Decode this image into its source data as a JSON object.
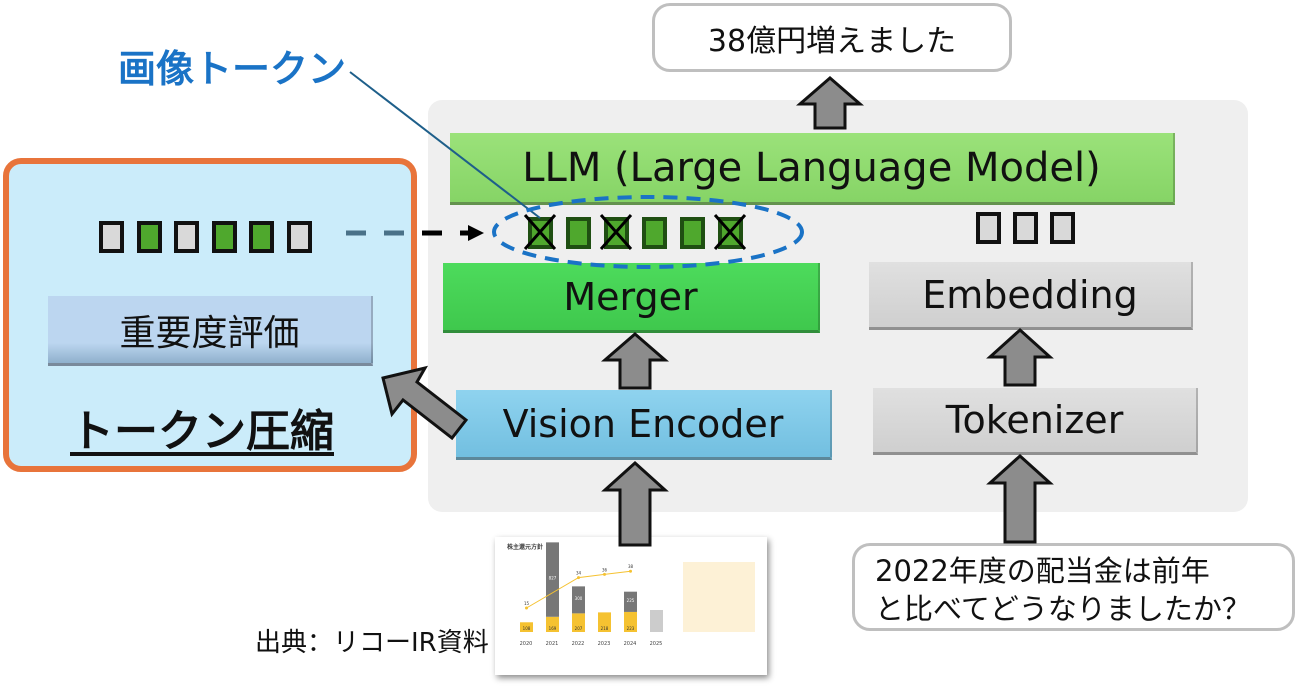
{
  "title": "画像トークン",
  "output_text": "38億円増えました",
  "llm_label": "LLM (Large Language Model)",
  "merger_label": "Merger",
  "vision_encoder_label": "Vision Encoder",
  "embedding_label": "Embedding",
  "tokenizer_label": "Tokenizer",
  "importance_label": "重要度評価",
  "compression_label": "トークン圧縮",
  "question_line1": "2022年度の配当金は前年",
  "question_line2": "と比べてどうなりましたか？",
  "source": "出典：リコーIR資料",
  "left_tokens": [
    "gray",
    "green",
    "gray",
    "green",
    "green",
    "gray"
  ],
  "merged_tokens": [
    {
      "color": "green",
      "removed": true
    },
    {
      "color": "green",
      "removed": false
    },
    {
      "color": "green",
      "removed": true
    },
    {
      "color": "green",
      "removed": false
    },
    {
      "color": "green",
      "removed": false
    },
    {
      "color": "green",
      "removed": true
    }
  ],
  "text_tokens": [
    "gray",
    "gray",
    "gray"
  ],
  "thumbnail": {
    "title": "株主還元方針",
    "years": [
      "2020",
      "2021",
      "2022",
      "2023",
      "2024",
      "2025"
    ],
    "dividend_values": [
      108,
      169,
      207,
      218,
      223
    ],
    "buyback_values": [
      null,
      827,
      300,
      null,
      225
    ],
    "per_share_values": [
      15,
      null,
      34,
      36,
      38
    ]
  },
  "colors": {
    "title": "#1a73c6",
    "border": "#e8743b",
    "green": "#4fa82d",
    "panel": "#efefef"
  }
}
